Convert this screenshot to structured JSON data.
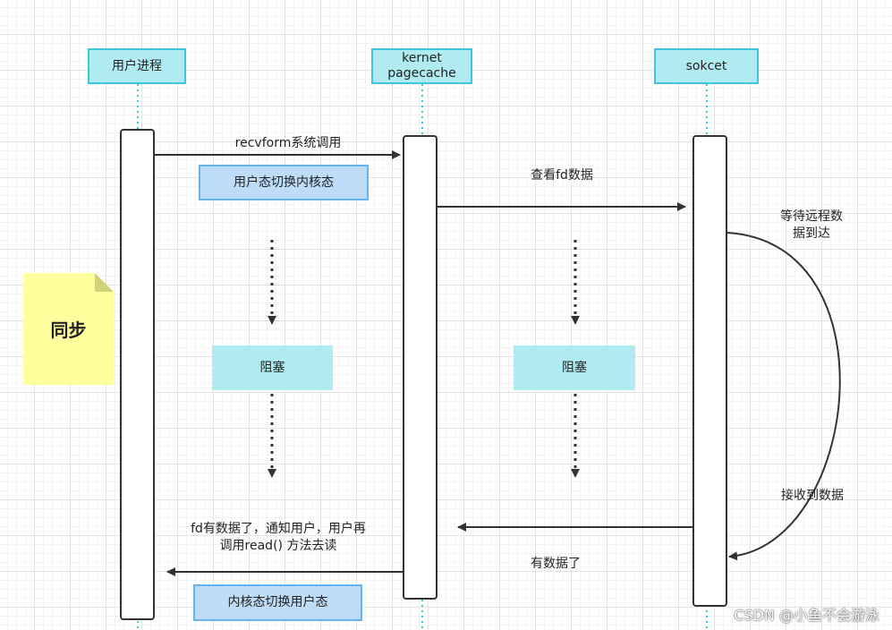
{
  "participants": [
    {
      "id": "user_process",
      "label": "用户进程"
    },
    {
      "id": "kernel",
      "label": "kernet\npagecache"
    },
    {
      "id": "socket",
      "label": "sokcet"
    }
  ],
  "messages": {
    "recvfrom": "recvform系统调用",
    "check_fd": "查看fd数据",
    "wait_remote": "等待远程数\n据到达",
    "receive": "接收到数据",
    "has_data": "有数据了",
    "notify": "fd有数据了，通知用户，用户再\n调用read()  方法去读"
  },
  "states": {
    "user_to_kernel": "用户态切换内核态",
    "kernel_to_user": "内核态切换用户态",
    "blocked_1": "阻塞",
    "blocked_2": "阻塞"
  },
  "note": {
    "label": "同步"
  },
  "watermark": "CSDN @小鱼不会游泳",
  "colors": {
    "header_fill": "#b0ebf2",
    "header_border": "#3fc6dc",
    "state_fill": "#bcdcf7",
    "state_border": "#69b2ec",
    "note_fill": "#ffff9e",
    "lifeline": "#3fc6dc",
    "arrow": "#333333"
  }
}
